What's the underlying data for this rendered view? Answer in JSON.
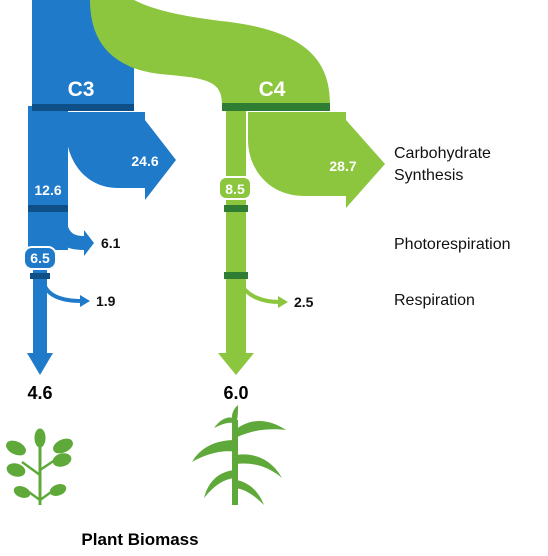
{
  "colors": {
    "c3": "#1f7ac9",
    "c3_dark": "#0d4f86",
    "c4": "#8cc63f",
    "c4_dark": "#2f7d32",
    "plant": "#5fa83a",
    "text": "#111111"
  },
  "pathways": [
    {
      "id": "c3",
      "label": "C3",
      "carbohydrate": "24.6",
      "after_synthesis": "12.6",
      "photorespiration": "6.1",
      "after_photorespiration": "6.5",
      "respiration": "1.9",
      "biomass": "4.6"
    },
    {
      "id": "c4",
      "label": "C4",
      "carbohydrate": "28.7",
      "after_synthesis": "8.5",
      "respiration": "2.5",
      "biomass": "6.0"
    }
  ],
  "stage_labels": {
    "carbohydrate_line1": "Carbohydrate",
    "carbohydrate_line2": "Synthesis",
    "photorespiration": "Photorespiration",
    "respiration": "Respiration"
  },
  "icons": {
    "c3_plant": "sprout-icon",
    "c4_plant": "corn-plant-icon"
  },
  "footer": {
    "label": "Plant Biomass"
  }
}
